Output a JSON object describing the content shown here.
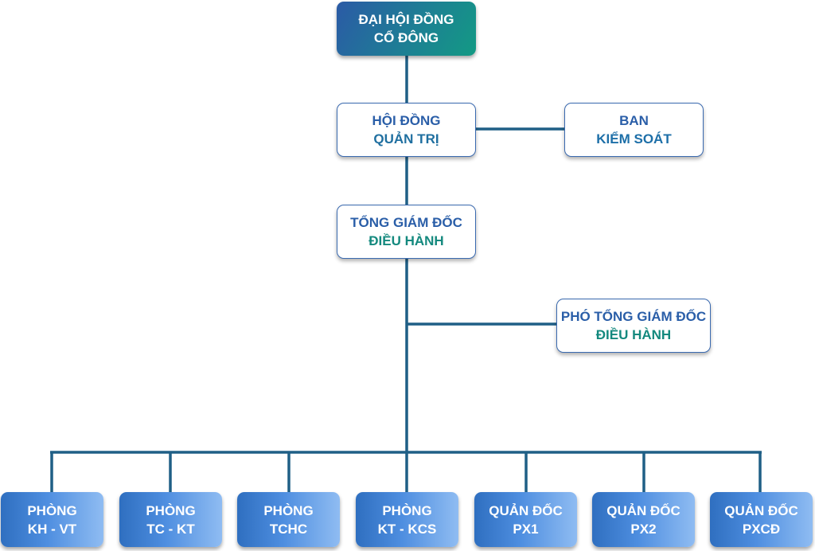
{
  "top": {
    "line1": "ĐẠI HỘI ĐỒNG",
    "line2": "CỔ ĐÔNG"
  },
  "board": {
    "line1": "HỘI ĐỒNG",
    "line2": "QUẢN TRỊ"
  },
  "supervisory": {
    "line1": "BAN",
    "line2": "KIỂM SOÁT"
  },
  "ceo": {
    "line1": "TỔNG GIÁM ĐỐC",
    "line2": "ĐIỀU HÀNH"
  },
  "deputy": {
    "line1": "PHÓ TỔNG GIÁM ĐỐC",
    "line2": "ĐIỀU HÀNH"
  },
  "departments": [
    {
      "line1": "PHÒNG",
      "line2": "KH - VT"
    },
    {
      "line1": "PHÒNG",
      "line2": "TC - KT"
    },
    {
      "line1": "PHÒNG",
      "line2": "TCHC"
    },
    {
      "line1": "PHÒNG",
      "line2": "KT - KCS"
    },
    {
      "line1": "QUẢN ĐỐC",
      "line2": "PX1"
    },
    {
      "line1": "QUẢN ĐỐC",
      "line2": "PX2"
    },
    {
      "line1": "QUẢN ĐỐC",
      "line2": "PXCĐ"
    }
  ],
  "colors": {
    "connector": "#1f5f86",
    "accent_blue": "#2a5ea8",
    "accent_teal": "#14897e"
  }
}
